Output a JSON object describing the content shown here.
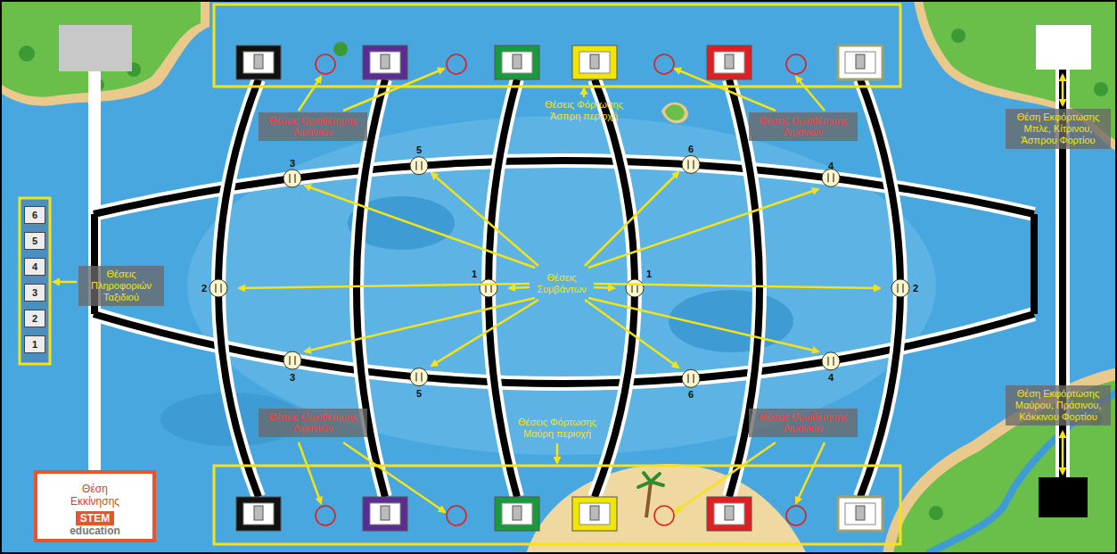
{
  "diagram": {
    "nodes": [
      {
        "text": [
          "Θέσεις Οριοθέτησης Λιμανιών"
        ]
      },
      {
        "text": [
          "Θέσεις Οριοθέτησης Λιμανιών"
        ]
      },
      {
        "text": [
          "Θέση Εκφόρτωσης Μπλε, Κίτρινου, Άσπρου Φορτίου"
        ]
      },
      {
        "text": [
          "6"
        ]
      },
      {
        "text": [
          "5"
        ]
      },
      {
        "text": [
          "4"
        ]
      },
      {
        "text": [
          "Θέσεις Πληροφοριών Ταξιδιού"
        ]
      },
      {
        "text": [
          "3"
        ]
      },
      {
        "text": [
          "2"
        ]
      },
      {
        "text": [
          "1"
        ]
      },
      {
        "text": [
          "Θέση Εκφόρτωσης Μαύρου, Πράσινου, Κόκκινου Φορτίου"
        ]
      },
      {
        "text": [
          "Θέσεις Οριοθέτησης Λιμανιών"
        ]
      },
      {
        "text": [
          "Θέσεις Οριοθέτησης Λιμανιών"
        ]
      },
      {
        "text": [
          "Θέση Εκκίνησης",
          "STEM",
          "education"
        ]
      }
    ],
    "labels": [
      "Θέσεις Φόρτωσης Άσπρη περιοχή",
      "Θέσεις Συμβάντων",
      "Θέσεις Φόρτωσης Μαύρη περιοχή",
      "3",
      "5",
      "6",
      "4",
      "2",
      "1",
      "1",
      "2",
      "3",
      "5",
      "6",
      "4"
    ]
  }
}
